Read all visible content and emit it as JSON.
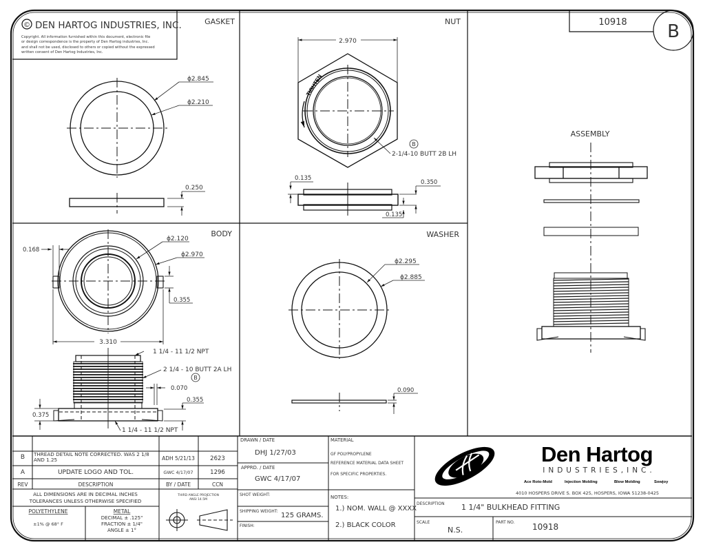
{
  "header": {
    "company": "DEN HARTOG INDUSTRIES, INC.",
    "copyright_symbol": "©",
    "copyright_lines": [
      "Copyright. All information furnished within this document, electronic file",
      "or design correspondence is the property of Den Hartog industries, Inc.",
      "and shall not be used, disclosed to others or copied without the expressed",
      "written consent of Den Hartog Industries, Inc."
    ],
    "part_number": "10918",
    "revision": "B"
  },
  "views": {
    "gasket": {
      "title": "GASKET",
      "dims": {
        "outer": "ϕ2.845",
        "inner": "ϕ2.210",
        "thickness": "0.250"
      }
    },
    "nut": {
      "title": "NUT",
      "dims": {
        "width": "2.970",
        "thread": "2-1/4-10 BUTT 2B LH",
        "rev_flag": "B",
        "top_step": "0.135",
        "height": "0.350",
        "bottom_step": "0.135"
      },
      "embossed_text": "TIGHTEN"
    },
    "assembly": {
      "title": "ASSEMBLY"
    },
    "body": {
      "title": "BODY",
      "dims": {
        "inner": "ϕ2.120",
        "outer": "ϕ2.970",
        "tab_width": "0.168",
        "tab_height": "0.355",
        "overall": "3.310",
        "npt_top": "1 1/4 - 11 1/2 NPT",
        "butt_thread": "2 1/4 - 10 BUTT 2A LH",
        "rev_flag": "B",
        "thread_depth": "0.070",
        "flange": "0.355",
        "flange_height": "0.375",
        "npt_bottom": "1 1/4 - 11 1/2 NPT"
      }
    },
    "washer": {
      "title": "WASHER",
      "dims": {
        "inner": "ϕ2.295",
        "outer": "ϕ2.885",
        "thickness": "0.090"
      }
    }
  },
  "revisions": {
    "rows": [
      {
        "rev": "",
        "description": "",
        "by_date": "",
        "ccn": ""
      },
      {
        "rev": "B",
        "description": "THREAD DETAIL NOTE CORRECTED. WAS 2 1/8 AND 1.25",
        "by_date": "ADH 5/21/13",
        "ccn": "2623"
      },
      {
        "rev": "A",
        "description": "UPDATE LOGO AND TOL.",
        "by_date": "GWC 4/17/07",
        "ccn": "1296"
      }
    ],
    "headers": {
      "rev": "REV",
      "description": "DESCRIPTION",
      "by_date": "BY / DATE",
      "ccn": "CCN"
    }
  },
  "tolerances": {
    "note_line1": "ALL DIMENSIONS ARE IN DECIMAL INCHES",
    "note_line2": "TOLERANCES UNLESS OTHERWISE SPECIFIED",
    "poly_label": "POLYETHYLENE",
    "poly_value": "±1% @ 68° F",
    "metal_label": "METAL",
    "metal_decimal": "DECIMAL ± .125\"",
    "metal_fraction": "FRACTION ± 1/4\"",
    "metal_angle": "ANGLE ± 1°"
  },
  "projection": {
    "line1": "THIRD ANGLE PROJECTION",
    "line2": "ANSI 14.5M"
  },
  "drawn": {
    "label": "DRAWN / DATE",
    "value": "DHJ  1/27/03"
  },
  "approved": {
    "label": "APPRD. / DATE",
    "value": "GWC  4/17/07"
  },
  "shot_weight": {
    "label": "SHOT WEIGHT:",
    "value": ""
  },
  "shipping_weight": {
    "label": "SHIPPING WEIGHT:",
    "value": "125 GRAMS."
  },
  "finish": {
    "label": "FINISH:",
    "value": ""
  },
  "material": {
    "label": "MATERIAL",
    "line1": "GF POLYPROPYLENE",
    "line2": "REFERENCE MATERIAL DATA SHEET",
    "line3": "FOR SPECIFIC PROPERTIES."
  },
  "notes": {
    "label": "NOTES:",
    "items": [
      "1.) NOM. WALL @ XXXX",
      "2.) BLACK COLOR"
    ]
  },
  "brand": {
    "name": "Den Hartog",
    "sub": "INDUSTRIES,INC.",
    "services": [
      "Ace Roto-Mold",
      "Injection Molding",
      "Blow Molding",
      "Sowjoy"
    ],
    "address": "4010 HOSPERS DRIVE S.  BOX 425, HOSPERS, IOWA 51238-0425"
  },
  "description": {
    "label": "DESCRIPTION",
    "value": "1 1/4\" BULKHEAD FITTING"
  },
  "scale": {
    "label": "SCALE",
    "value": "N.S."
  },
  "part_no": {
    "label": "PART NO.",
    "value": "10918"
  }
}
